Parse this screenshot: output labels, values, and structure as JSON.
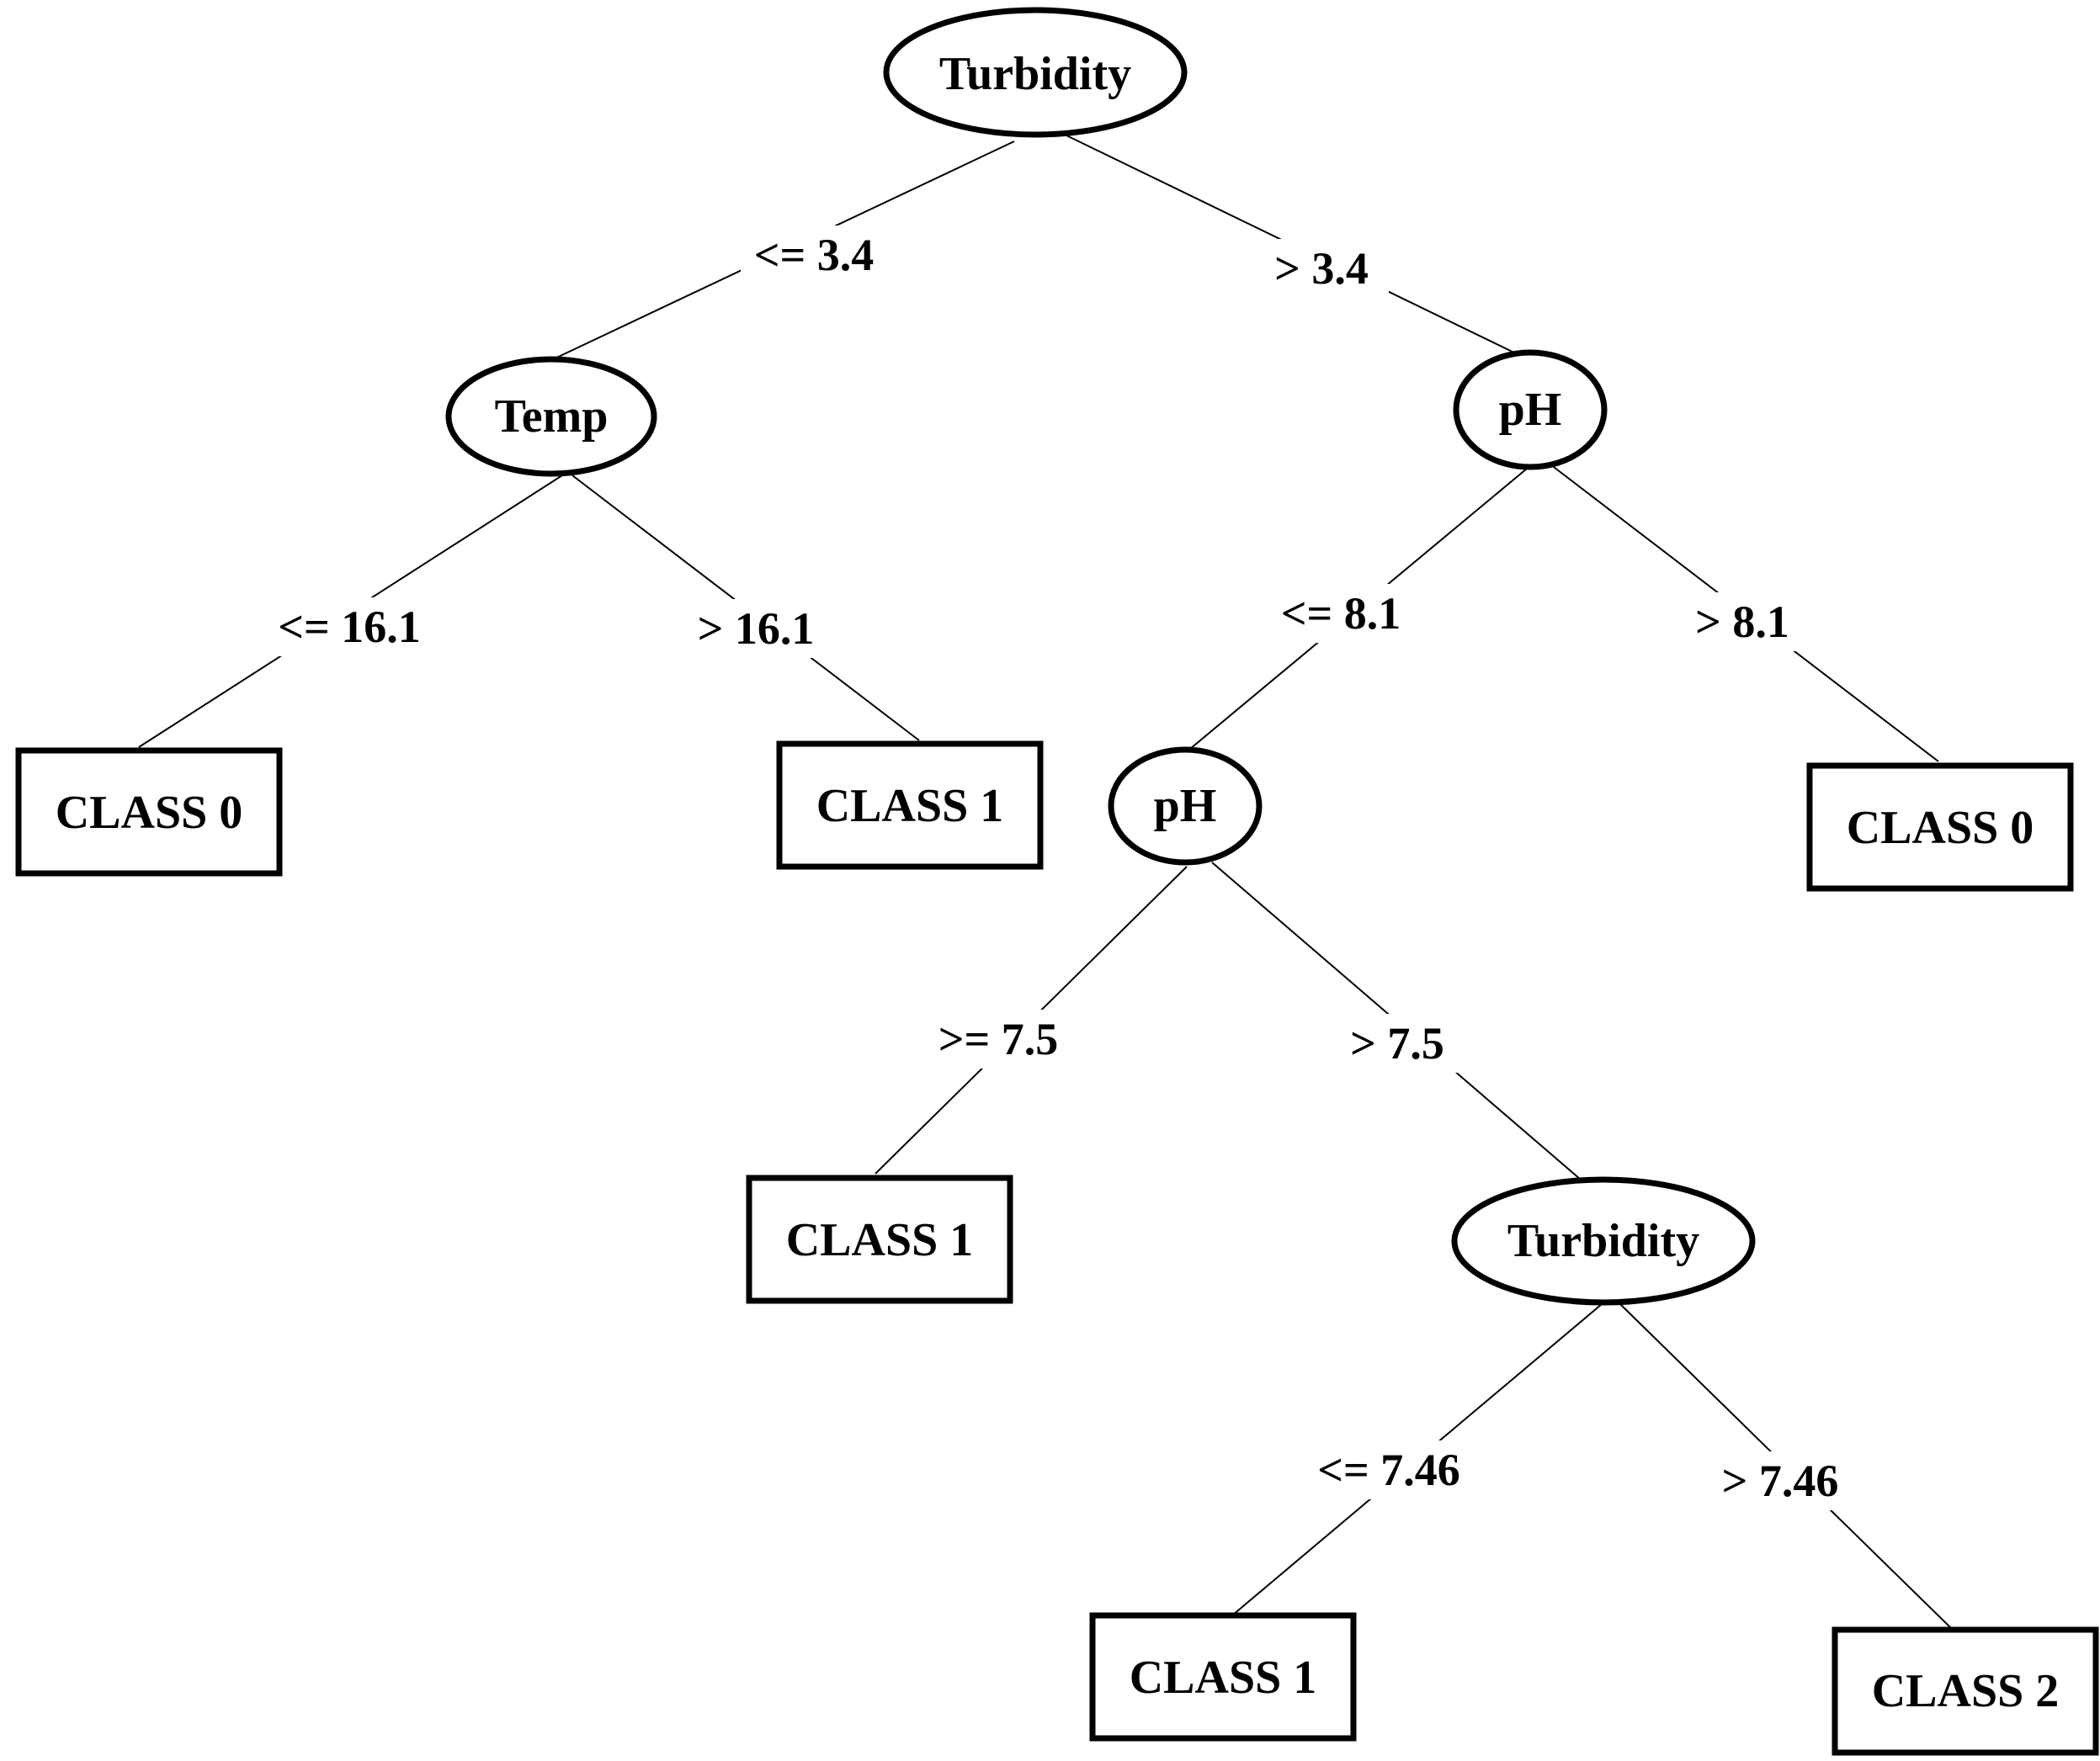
{
  "diagram": {
    "type": "decision-tree",
    "nodes": {
      "n_turbidity_root": {
        "label": "Turbidity",
        "shape": "ellipse"
      },
      "n_temp": {
        "label": "Temp",
        "shape": "ellipse"
      },
      "n_ph_1": {
        "label": "pH",
        "shape": "ellipse"
      },
      "n_class0_a": {
        "label": "CLASS 0",
        "shape": "box"
      },
      "n_class1_a": {
        "label": "CLASS 1",
        "shape": "box"
      },
      "n_ph_2": {
        "label": "pH",
        "shape": "ellipse"
      },
      "n_class0_b": {
        "label": "CLASS 0",
        "shape": "box"
      },
      "n_class1_b": {
        "label": "CLASS 1",
        "shape": "box"
      },
      "n_turbidity_2": {
        "label": "Turbidity",
        "shape": "ellipse"
      },
      "n_class1_c": {
        "label": "CLASS 1",
        "shape": "box"
      },
      "n_class2": {
        "label": "CLASS 2",
        "shape": "box"
      }
    },
    "edges": {
      "e_root_temp": {
        "from": "n_turbidity_root",
        "to": "n_temp",
        "label": "<= 3.4"
      },
      "e_root_ph1": {
        "from": "n_turbidity_root",
        "to": "n_ph_1",
        "label": "> 3.4"
      },
      "e_temp_c0": {
        "from": "n_temp",
        "to": "n_class0_a",
        "label": "<= 16.1"
      },
      "e_temp_c1": {
        "from": "n_temp",
        "to": "n_class1_a",
        "label": "> 16.1"
      },
      "e_ph1_ph2": {
        "from": "n_ph_1",
        "to": "n_ph_2",
        "label": "<= 8.1"
      },
      "e_ph1_c0": {
        "from": "n_ph_1",
        "to": "n_class0_b",
        "label": "> 8.1"
      },
      "e_ph2_c1": {
        "from": "n_ph_2",
        "to": "n_class1_b",
        "label": ">= 7.5"
      },
      "e_ph2_turb": {
        "from": "n_ph_2",
        "to": "n_turbidity_2",
        "label": "> 7.5"
      },
      "e_turb_c1": {
        "from": "n_turbidity_2",
        "to": "n_class1_c",
        "label": "<= 7.46"
      },
      "e_turb_c2": {
        "from": "n_turbidity_2",
        "to": "n_class2",
        "label": "> 7.46"
      }
    }
  }
}
